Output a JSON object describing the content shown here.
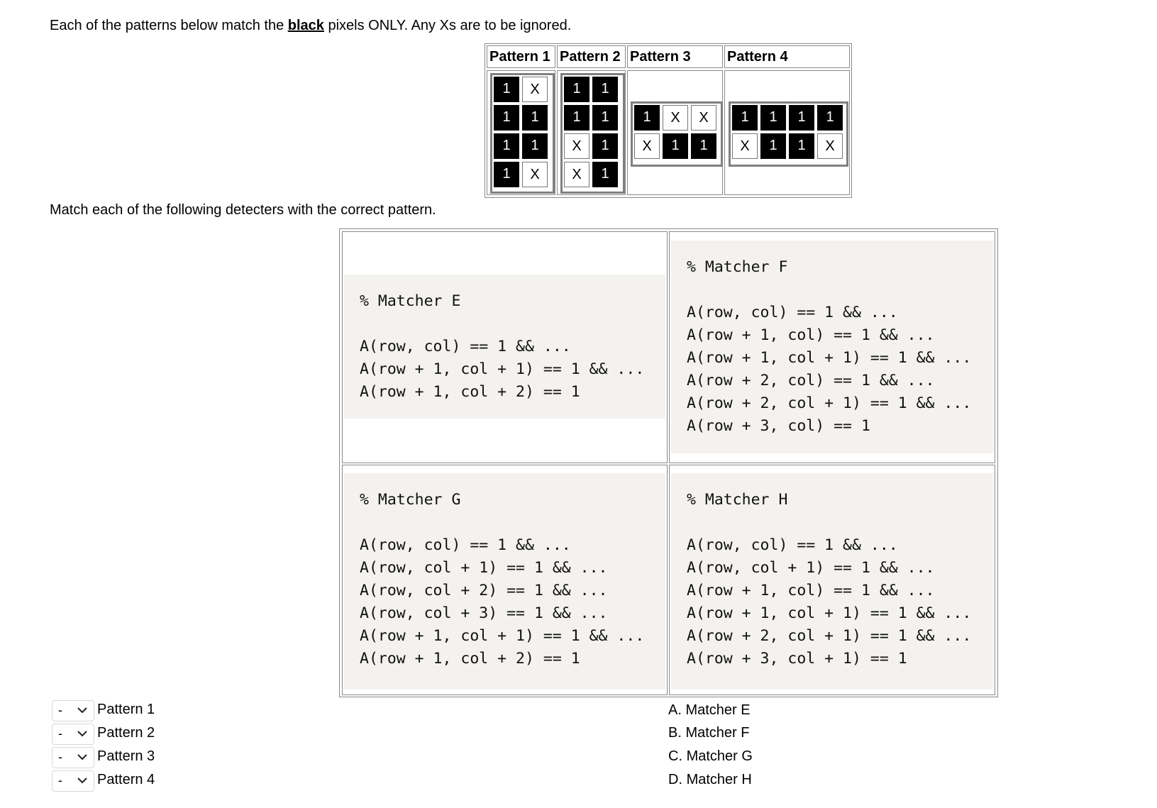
{
  "intro": {
    "before": "Each of the patterns below match the ",
    "keyword": "black",
    "after": " pixels ONLY. Any Xs are to be ignored."
  },
  "instruction": "Match each of the following detecters with the correct pattern.",
  "patterns": [
    {
      "name": "Pattern 1",
      "grid": [
        [
          "1",
          "X"
        ],
        [
          "1",
          "1"
        ],
        [
          "1",
          "1"
        ],
        [
          "1",
          "X"
        ]
      ]
    },
    {
      "name": "Pattern 2",
      "grid": [
        [
          "1",
          "1"
        ],
        [
          "1",
          "1"
        ],
        [
          "X",
          "1"
        ],
        [
          "X",
          "1"
        ]
      ]
    },
    {
      "name": "Pattern 3",
      "grid": [
        [
          "1",
          "X",
          "X"
        ],
        [
          "X",
          "1",
          "1"
        ]
      ]
    },
    {
      "name": "Pattern 4",
      "grid": [
        [
          "1",
          "1",
          "1",
          "1"
        ],
        [
          "X",
          "1",
          "1",
          "X"
        ]
      ]
    }
  ],
  "matchers": [
    {
      "code": "% Matcher E\n\nA(row, col) == 1 && ...\nA(row + 1, col + 1) == 1 && ...\nA(row + 1, col + 2) == 1"
    },
    {
      "code": "% Matcher F\n\nA(row, col) == 1 && ...\nA(row + 1, col) == 1 && ...\nA(row + 1, col + 1) == 1 && ...\nA(row + 2, col) == 1 && ...\nA(row + 2, col + 1) == 1 && ...\nA(row + 3, col) == 1"
    },
    {
      "code": "% Matcher G\n\nA(row, col) == 1 && ...\nA(row, col + 1) == 1 && ...\nA(row, col + 2) == 1 && ...\nA(row, col + 3) == 1 && ...\nA(row + 1, col + 1) == 1 && ...\nA(row + 1, col + 2) == 1"
    },
    {
      "code": "% Matcher H\n\nA(row, col) == 1 && ...\nA(row, col + 1) == 1 && ...\nA(row + 1, col) == 1 && ...\nA(row + 1, col + 1) == 1 && ...\nA(row + 2, col + 1) == 1 && ...\nA(row + 3, col + 1) == 1"
    }
  ],
  "questions": [
    {
      "selected": "-",
      "label": "Pattern 1"
    },
    {
      "selected": "-",
      "label": "Pattern 2"
    },
    {
      "selected": "-",
      "label": "Pattern 3"
    },
    {
      "selected": "-",
      "label": "Pattern 4"
    }
  ],
  "answers": [
    {
      "letter": "A.",
      "text": "Matcher E"
    },
    {
      "letter": "B.",
      "text": "Matcher F"
    },
    {
      "letter": "C.",
      "text": "Matcher G"
    },
    {
      "letter": "D.",
      "text": "Matcher H"
    }
  ],
  "icons": {
    "dropdown": "chevron-down-icon"
  }
}
